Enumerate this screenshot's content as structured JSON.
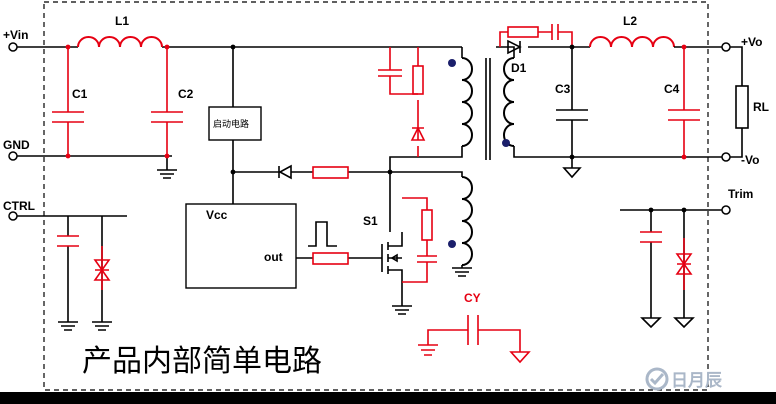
{
  "labels": {
    "vin": "+Vin",
    "gnd": "GND",
    "ctrl": "CTRL",
    "l1": "L1",
    "c1": "C1",
    "c2": "C2",
    "startup": "启动电路",
    "vcc": "Vcc",
    "out": "out",
    "s1": "S1",
    "d1": "D1",
    "l2": "L2",
    "c3": "C3",
    "c4": "C4",
    "plus_vo": "+Vo",
    "minus_vo": "-Vo",
    "rl": "RL",
    "trim": "Trim",
    "cy": "CY"
  },
  "caption": "产品内部简单电路",
  "watermark": "日月辰",
  "colors": {
    "wire": "#000000",
    "component": "#e60012",
    "dot": "#1b1f6b",
    "watermark": "#aab7c8"
  }
}
